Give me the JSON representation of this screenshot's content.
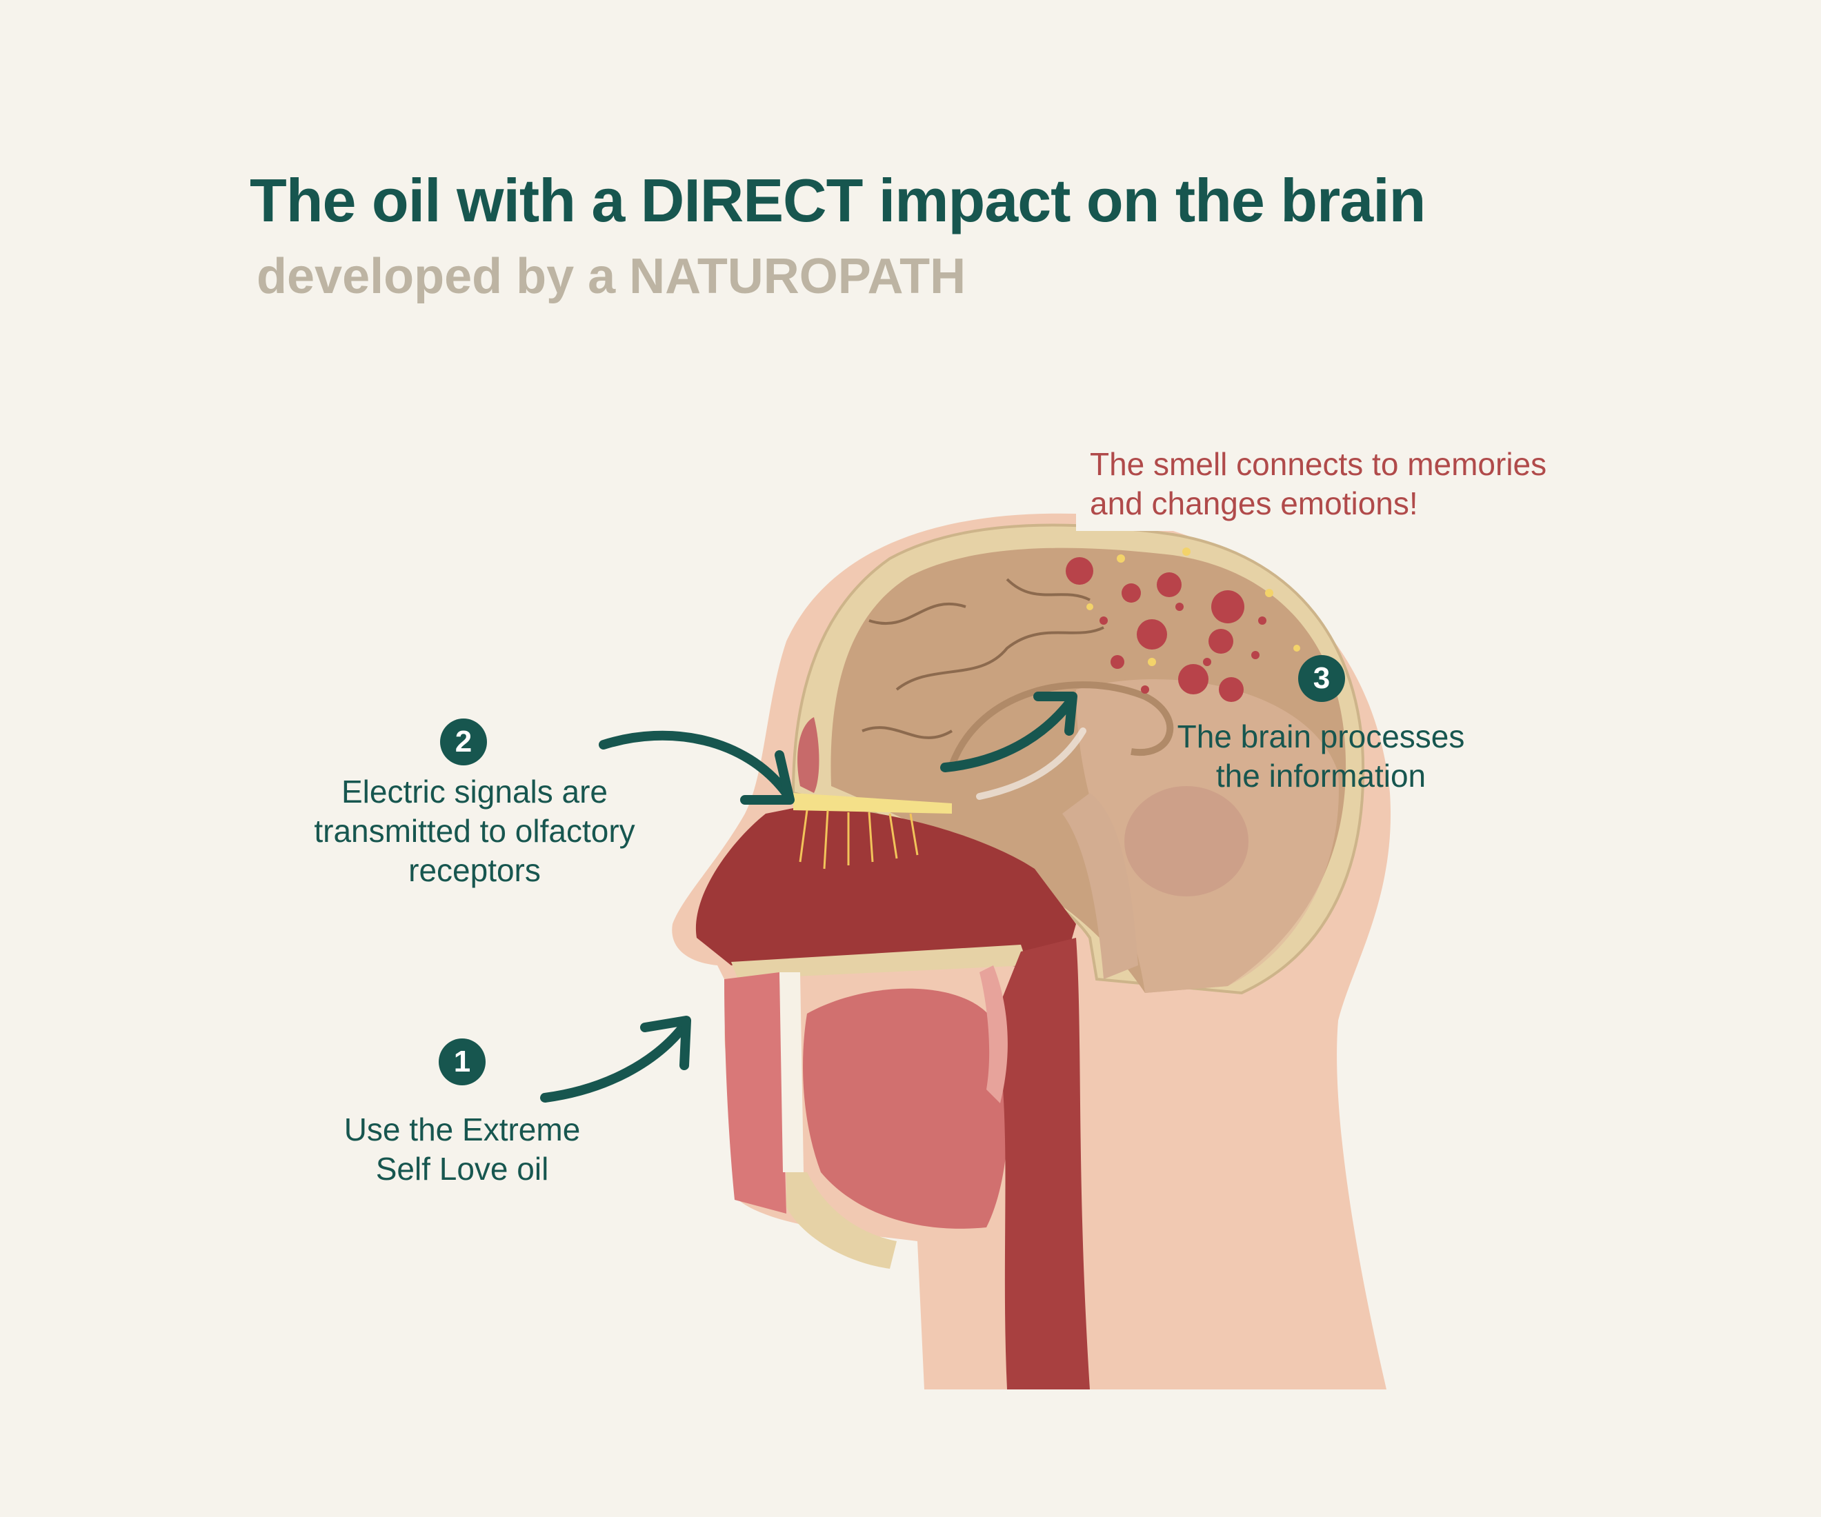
{
  "header": {
    "title": "The oil with a DIRECT impact on the brain",
    "subtitle": "developed by a NATUROPATH"
  },
  "steps": [
    {
      "number": "1",
      "lines": [
        "Use the Extreme",
        "Self Love oil"
      ]
    },
    {
      "number": "2",
      "lines": [
        "Electric signals are",
        "transmitted to olfactory",
        "receptors"
      ]
    },
    {
      "number": "3",
      "lines": [
        "The brain processes",
        "the information"
      ]
    }
  ],
  "callout": {
    "lines": [
      "The smell connects to memories",
      "and changes emotions!"
    ]
  },
  "colors": {
    "teal": "#17564f",
    "beige": "#bdb4a3",
    "red": "#b04a4a",
    "background": "#f6f3ec"
  }
}
